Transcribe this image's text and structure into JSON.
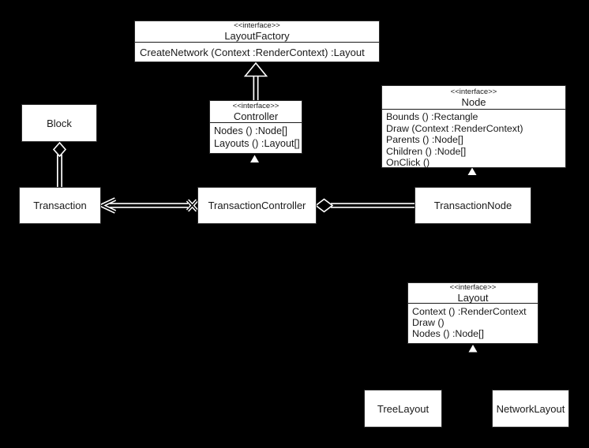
{
  "colors": {
    "background": "#000000",
    "box_fill": "#ffffff",
    "box_border": "#2b2b2b",
    "text": "#1a1a1a",
    "line": "#ffffff"
  },
  "interfaces": {
    "layout_factory": {
      "stereotype": "<<interface>>",
      "name": "LayoutFactory",
      "members": [
        "CreateNetwork (Context :RenderContext) :Layout"
      ]
    },
    "controller": {
      "stereotype": "<<interface>>",
      "name": "Controller",
      "members": [
        "Nodes () :Node[]",
        "Layouts () :Layout[]"
      ]
    },
    "node": {
      "stereotype": "<<interface>>",
      "name": "Node",
      "members": [
        "Bounds () :Rectangle",
        "Draw (Context :RenderContext)",
        "Parents () :Node[]",
        "Children () :Node[]",
        "OnClick ()"
      ]
    },
    "layout": {
      "stereotype": "<<interface>>",
      "name": "Layout",
      "members": [
        "Context () :RenderContext",
        "Draw ()",
        "Nodes () :Node[]"
      ]
    }
  },
  "classes": {
    "block": {
      "name": "Block"
    },
    "transaction": {
      "name": "Transaction"
    },
    "transaction_controller": {
      "name": "TransactionController"
    },
    "transaction_node": {
      "name": "TransactionNode"
    },
    "tree_layout": {
      "name": "TreeLayout"
    },
    "network_layout": {
      "name": "NetworkLayout"
    }
  },
  "relationships": [
    {
      "type": "realization",
      "from": "Controller",
      "to": "LayoutFactory",
      "marker": "hollow-triangle"
    },
    {
      "type": "aggregation",
      "from": "Block",
      "to": "Transaction",
      "marker": "hollow-diamond-at-Block"
    },
    {
      "type": "association",
      "from": "TransactionController",
      "to": "Transaction",
      "marker": "open-arrow-at-Transaction, x-at-TransactionController"
    },
    {
      "type": "aggregation",
      "from": "TransactionController",
      "to": "TransactionNode",
      "marker": "hollow-diamond-at-TransactionController"
    },
    {
      "type": "realization",
      "from": "TransactionController",
      "to": "Controller",
      "marker": "small-triangle"
    },
    {
      "type": "realization",
      "from": "TransactionNode",
      "to": "Node",
      "marker": "small-triangle"
    },
    {
      "type": "realization",
      "from": "TreeLayout",
      "to": "Layout",
      "marker": "small-triangle"
    },
    {
      "type": "realization",
      "from": "NetworkLayout",
      "to": "Layout",
      "marker": "small-triangle"
    }
  ]
}
